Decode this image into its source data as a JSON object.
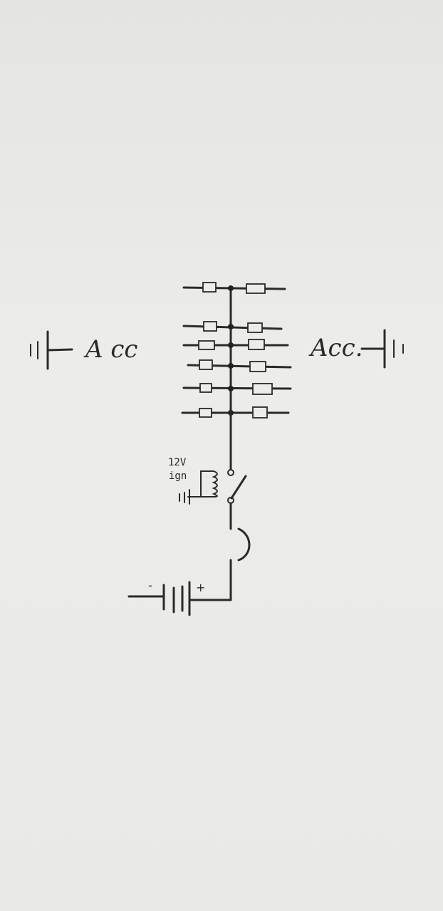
{
  "diagram": {
    "labels": {
      "acc_left": "A cc",
      "acc_right": "Acc.",
      "voltage": "12V",
      "ignition": "ign",
      "battery_minus": "-",
      "battery_plus": "+"
    },
    "fuse_rows": 6,
    "ink_color": "#2a2a2a",
    "paper_color": "#ececea"
  }
}
